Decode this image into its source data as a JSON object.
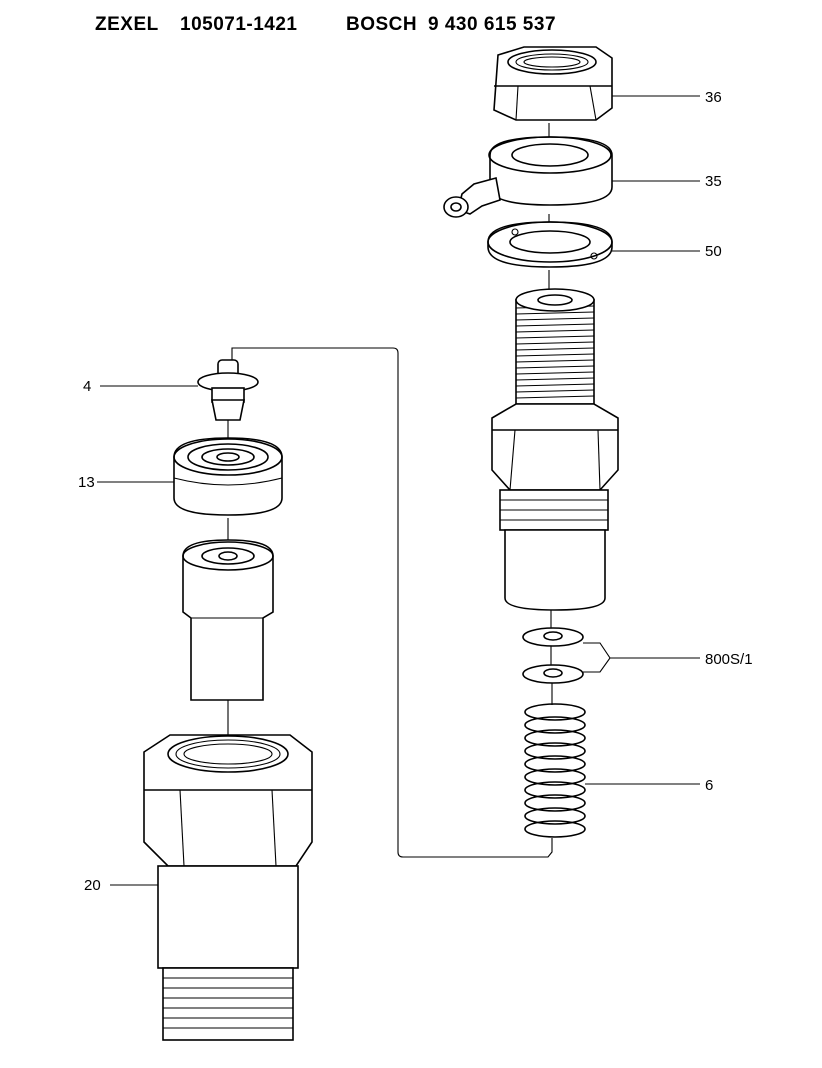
{
  "header": {
    "maker": "ZEXEL",
    "maker_part_no": "105071-1421",
    "brand": "BOSCH",
    "brand_part_no": "9 430 615 537"
  },
  "callouts": {
    "nut": "36",
    "banjo_ring": "35",
    "washer": "50",
    "shim_set": "800S/1",
    "spring": "6",
    "valve_4": "4",
    "valve_body_13": "13",
    "body_20": "20"
  }
}
